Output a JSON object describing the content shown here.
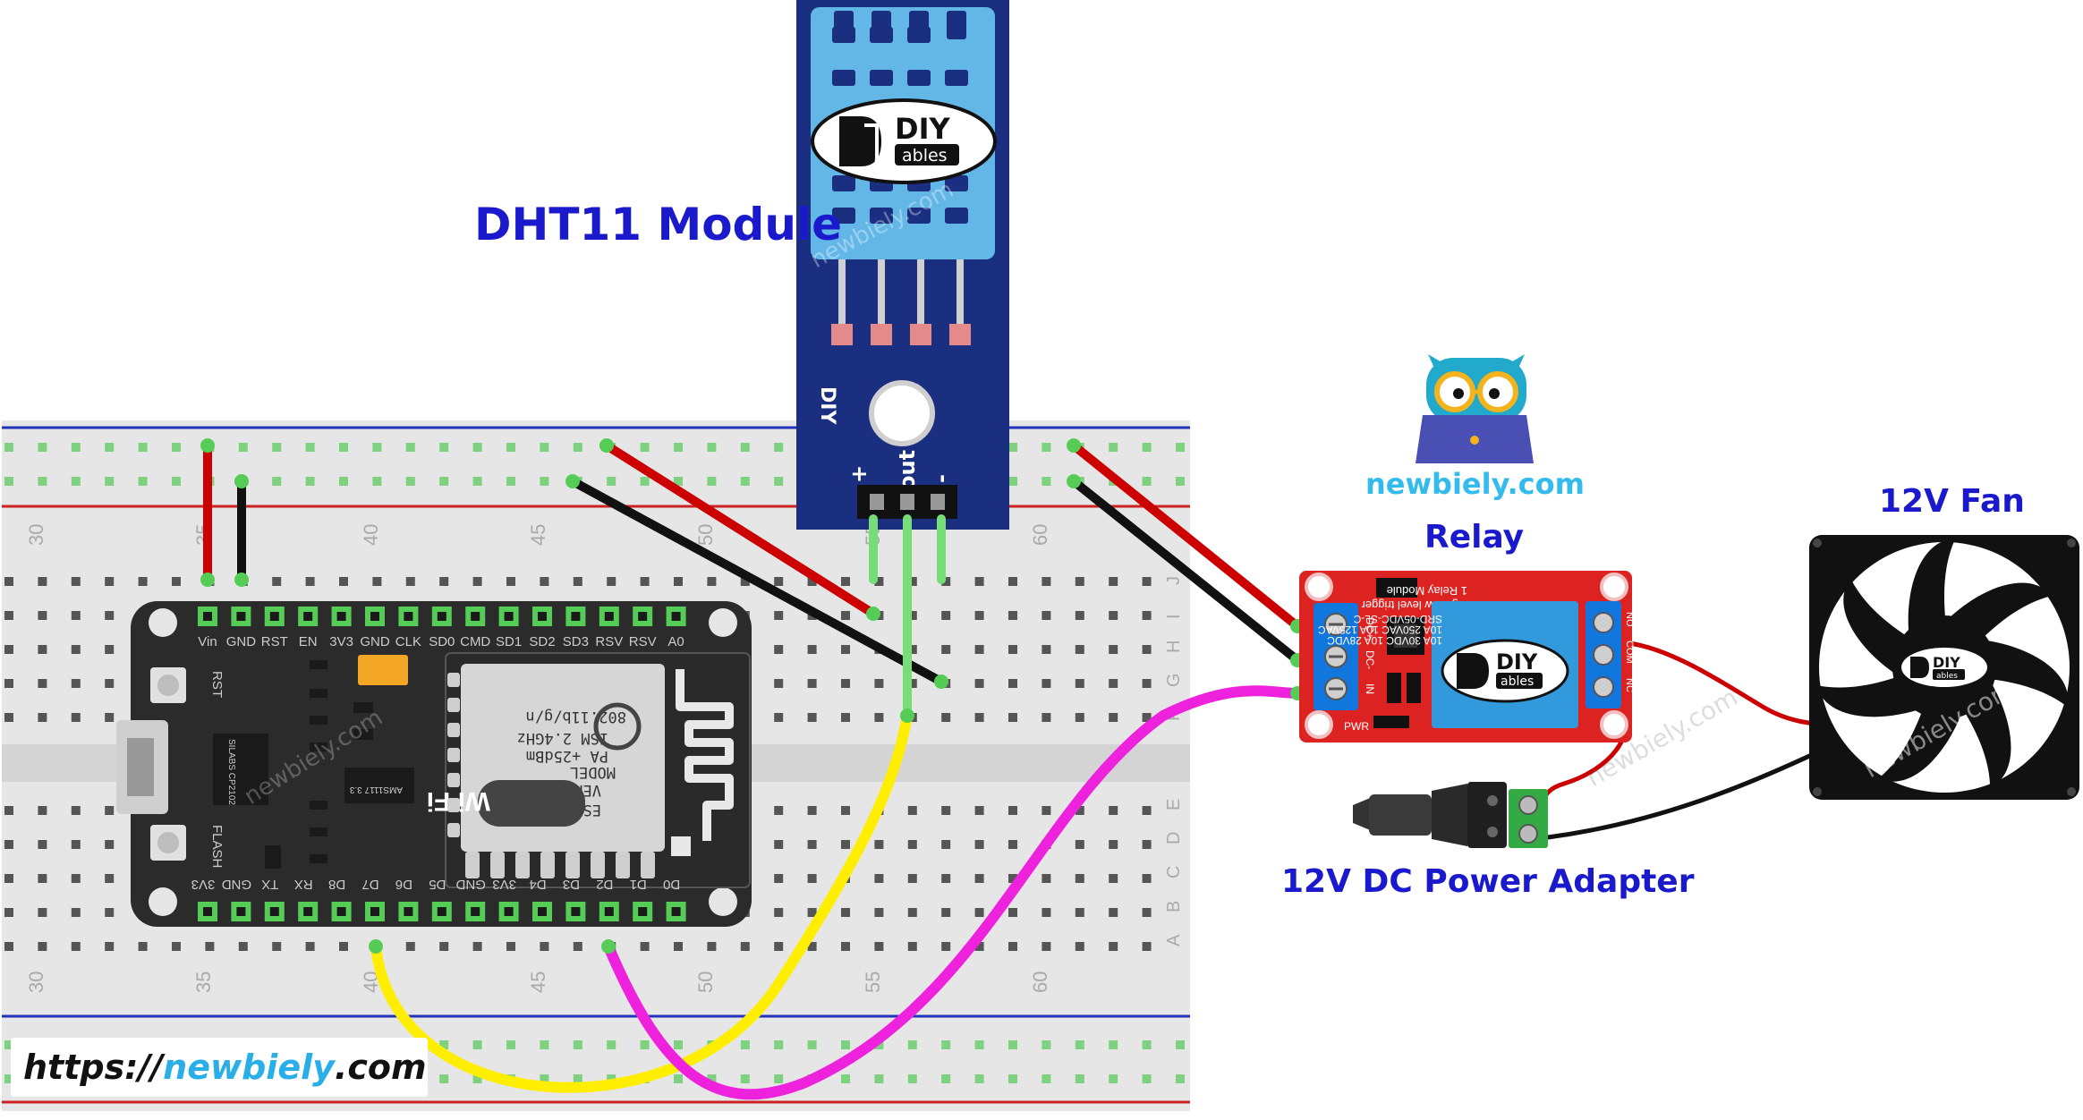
{
  "labels": {
    "dht11": "DHT11 Module",
    "relay": "Relay",
    "fan": "12V Fan",
    "power_adapter": "12V DC Power Adapter",
    "site": "newbiely.com"
  },
  "url": {
    "prefix": "https://",
    "name": "newbiely",
    "suffix": ".com"
  },
  "watermark": "newbiely.com",
  "brand": {
    "diy": "DIY",
    "ables": "ables"
  },
  "breadboard": {
    "top_columns": [
      "30",
      "35",
      "40",
      "45",
      "50",
      "55",
      "60"
    ],
    "bottom_columns": [
      "30",
      "35",
      "40",
      "45",
      "50",
      "55",
      "60"
    ],
    "rows_top": [
      "J",
      "I",
      "H",
      "G",
      "F"
    ],
    "rows_bottom": [
      "E",
      "D",
      "C",
      "B",
      "A"
    ]
  },
  "esp8266": {
    "top_pins": [
      "Vin",
      "GND",
      "RST",
      "EN",
      "3V3",
      "GND",
      "CLK",
      "SD0",
      "CMD",
      "SD1",
      "SD2",
      "SD3",
      "RSV",
      "RSV",
      "A0"
    ],
    "bottom_pins": [
      "3V3",
      "GND",
      "TX",
      "RX",
      "D8",
      "D7",
      "D6",
      "D5",
      "GND",
      "3V3",
      "D4",
      "D3",
      "D2",
      "D1",
      "D0"
    ],
    "buttons": [
      "RST",
      "FLASH"
    ],
    "module_text": [
      "MODEL",
      "VENDOR",
      "ESP8266MOD",
      "ISM 2.4GHz",
      "PA +25dBm",
      "802.11b/g/n"
    ],
    "wifi": "Wi Fi",
    "chip_label": "SILABS CP2102",
    "reg_label": "AMS1117 3.3"
  },
  "dht_pins": [
    "+",
    "out",
    "-"
  ],
  "relay_module": {
    "top_text": [
      "1 Relay Module",
      "high/low level trigger"
    ],
    "relay_text": [
      "SRD-05VDC-SL-C",
      "10A 250VAC 10A 125VAC",
      "10A 30VDC 10A 28VDC"
    ],
    "left_pins": [
      "DC+",
      "DC-",
      "IN"
    ],
    "right_pins": [
      "NO",
      "COM",
      "NC"
    ],
    "pwr": "PWR"
  },
  "colors": {
    "label_blue": "#1a1acc",
    "site_blue": "#33bbee",
    "wire_red": "#cc0000",
    "wire_black": "#111111",
    "wire_yellow": "#ffee00",
    "wire_magenta": "#ee22dd",
    "wire_green": "#66cc66",
    "dht_board": "#1b2f80",
    "dht_sensor": "#63b7e6",
    "esp_board": "#2a2a2a",
    "relay_board": "#dd2222",
    "relay_cube": "#3399dd",
    "terminal_blue": "#1177dd"
  }
}
